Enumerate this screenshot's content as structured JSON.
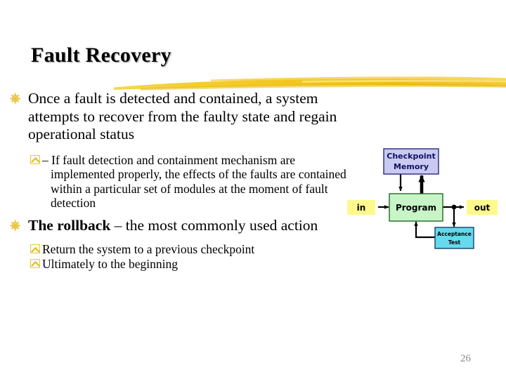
{
  "slide": {
    "title": "Fault Recovery",
    "page_number": "26",
    "accent_color": "#F2C61F",
    "bullet_marker_color": "#E8C13A",
    "background": "#FFFFFF"
  },
  "bullets": [
    {
      "level": 1,
      "marker": "command-bullet-z",
      "text": "Once a fault is detected and contained, a system attempts to recover from the faulty state and regain operational status"
    },
    {
      "level": 2,
      "marker": "chevron-bullet-y",
      "text": "– If fault detection and containment mechanism are implemented properly, the effects of the faults are contained within a particular set of modules at the moment of fault detection"
    },
    {
      "level": 1,
      "marker": "command-bullet-z",
      "text_bold": "The rollback",
      "text_rest": " – the most commonly used action"
    },
    {
      "level": 2,
      "marker": "chevron-bullet-y",
      "text": "Return the system to a previous checkpoint"
    },
    {
      "level": 2,
      "marker": "chevron-bullet-y",
      "text": "Ultimately to the beginning"
    }
  ],
  "diagram": {
    "name": "checkpoint-rollback-recovery-diagram",
    "nodes": {
      "input": {
        "label": "in",
        "fill": "#FFF98C",
        "border": "none",
        "text_color": "#000000"
      },
      "output": {
        "label": "out",
        "fill": "#FFF98C",
        "border": "none",
        "text_color": "#000000"
      },
      "checkpoint_memory": {
        "label_line1": "Checkpoint",
        "label_line2": "Memory",
        "fill": "#C9C9F2",
        "border": "#2A2A7A",
        "text_color": "#101060"
      },
      "program": {
        "label": "Program",
        "fill": "#C8F5C8",
        "border": "#1E6B1E",
        "text_color": "#000000"
      },
      "acceptance_test": {
        "label_line1": "Acceptance",
        "label_line2": "Test",
        "fill": "#66D9EC",
        "border": "#11406B",
        "text_color": "#000000"
      }
    },
    "edges": [
      {
        "from": "in",
        "to": "program"
      },
      {
        "from": "program",
        "to": "out"
      },
      {
        "from": "checkpoint_memory",
        "to": "program"
      },
      {
        "from": "program",
        "to": "checkpoint_memory"
      },
      {
        "from": "program",
        "to": "acceptance_test"
      },
      {
        "from": "acceptance_test",
        "to": "program"
      }
    ]
  }
}
